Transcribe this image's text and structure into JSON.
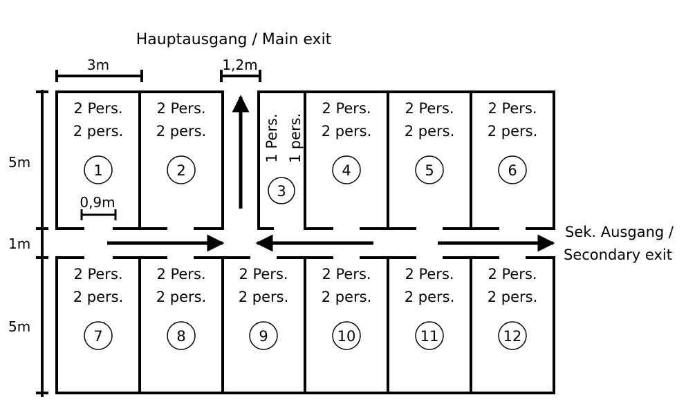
{
  "title": "Hauptausgang / Main exit",
  "secondary_exit": {
    "line1": "Sek. Ausgang /",
    "line2": "Secondary exit"
  },
  "dimensions": {
    "width_3m": "3m",
    "exit_width": "1,2m",
    "door_width": "0,9m",
    "height_top": "5m",
    "corridor": "1m",
    "height_bottom": "5m"
  },
  "rooms": [
    {
      "number": "1",
      "de": "2 Pers.",
      "en": "2 pers."
    },
    {
      "number": "2",
      "de": "2 Pers.",
      "en": "2 pers."
    },
    {
      "number": "3",
      "de": "1 Pers.",
      "en": "1 pers."
    },
    {
      "number": "4",
      "de": "2 Pers.",
      "en": "2 pers."
    },
    {
      "number": "5",
      "de": "2 Pers.",
      "en": "2 pers."
    },
    {
      "number": "6",
      "de": "2 Pers.",
      "en": "2 pers."
    },
    {
      "number": "7",
      "de": "2 Pers.",
      "en": "2 pers."
    },
    {
      "number": "8",
      "de": "2 Pers.",
      "en": "2 pers."
    },
    {
      "number": "9",
      "de": "2 Pers.",
      "en": "2 pers."
    },
    {
      "number": "10",
      "de": "2 Pers.",
      "en": "2 pers."
    },
    {
      "number": "11",
      "de": "2 Pers.",
      "en": "2 pers."
    },
    {
      "number": "12",
      "de": "2 Pers.",
      "en": "2 pers."
    }
  ]
}
